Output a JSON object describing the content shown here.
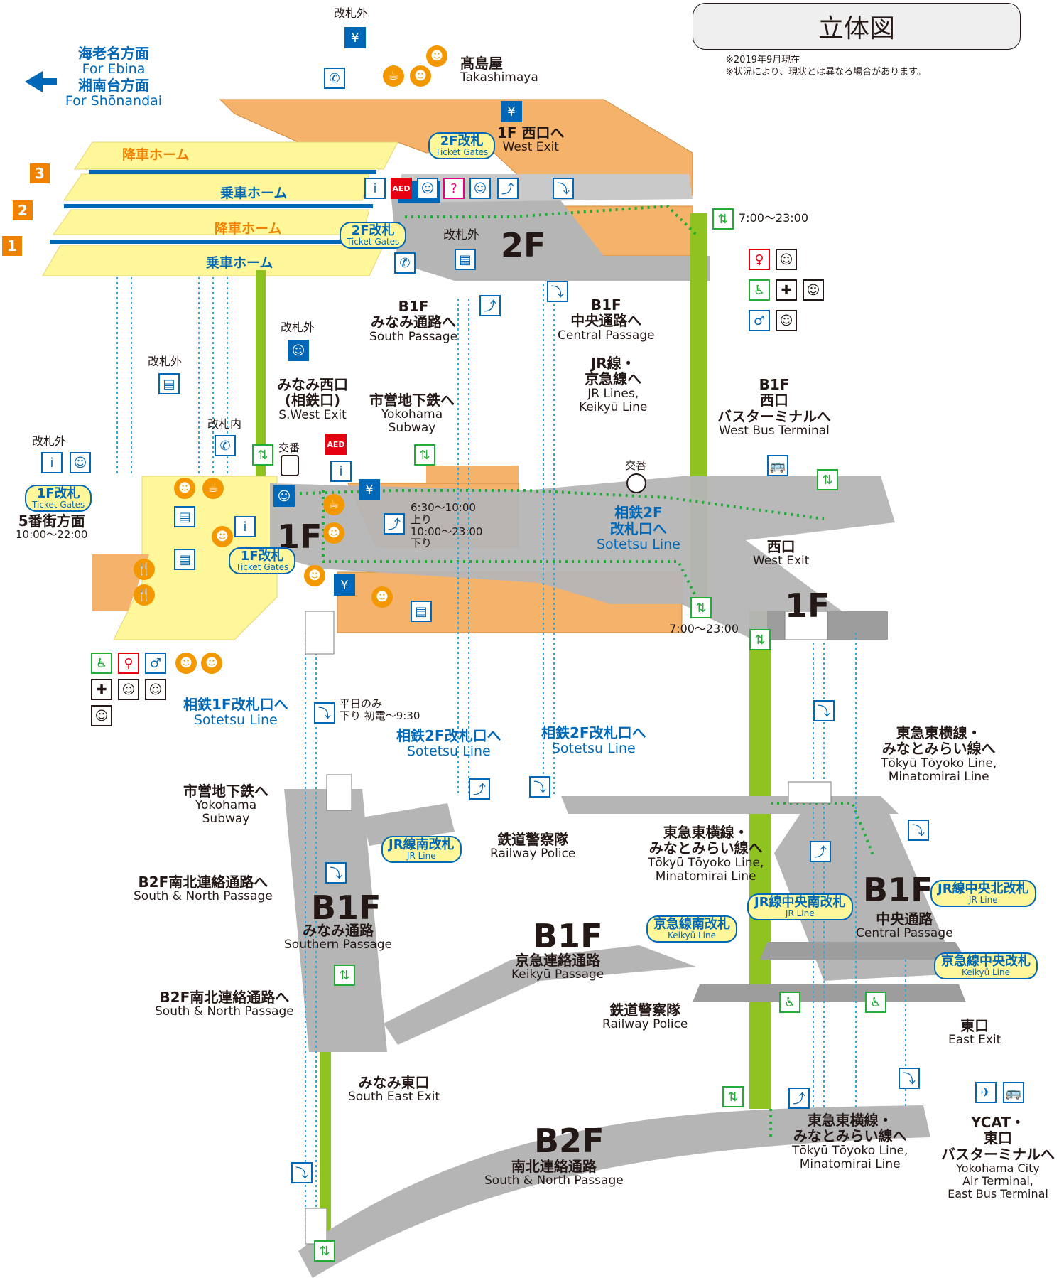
{
  "title": "立体図",
  "notes": [
    "※2019年9月現在",
    "※状況により、現状とは異なる場合があります。"
  ],
  "direction": {
    "l1": "海老名方面",
    "l2": "For Ebina",
    "l3": "湘南台方面",
    "l4": "For Shōnandai"
  },
  "tracks": [
    "3",
    "2",
    "1"
  ],
  "platforms": {
    "kousha": "降車ホーム",
    "jousha": "乗車ホーム"
  },
  "floors": {
    "f2": "2F",
    "f1": "1F",
    "f1e": "1F",
    "b1s": "B1F",
    "b1k": "B1F",
    "b1c": "B1F",
    "b2": "B2F"
  },
  "gates": {
    "g2a": {
      "jp": "2F改札",
      "en": "Ticket Gates"
    },
    "g2b": {
      "jp": "2F改札",
      "en": "Ticket Gates"
    },
    "g1a": {
      "jp": "1F改札",
      "en": "Ticket Gates"
    },
    "g1b": {
      "jp": "1F改札",
      "en": "Ticket Gates"
    },
    "jrs": {
      "jp": "JR線南改札",
      "en": "JR Line"
    },
    "jrcn": {
      "jp": "JR線中央北改札",
      "en": "JR Line"
    },
    "jrcs": {
      "jp": "JR線中央南改札",
      "en": "JR Line"
    },
    "kqs": {
      "jp": "京急線南改札",
      "en": "Keikyū Line"
    },
    "kqc": {
      "jp": "京急線中央改札",
      "en": "Keikyū Line"
    }
  },
  "labels": {
    "takashimaya": {
      "jp": "髙島屋",
      "en": "Takashimaya"
    },
    "west_exit_2f": {
      "jp": "1F 西口へ",
      "en": "West Exit"
    },
    "kaisatsugai_top": "改札外",
    "kaisatsugai_2f": "改札外",
    "kaisatsugai_mw": "改札外",
    "kaisatsugai_left": "改札外",
    "kaisatsugai_l2": "改札外",
    "kaisatsunai": "改札内",
    "hours_2f": "7:00～23:00",
    "hours_1f": "7:00～23:00",
    "south_passage": {
      "a": "B1F",
      "b": "みなみ通路へ",
      "c": "South Passage"
    },
    "central_passage": {
      "a": "B1F",
      "b": "中央通路へ",
      "c": "Central Passage"
    },
    "jr_keikyu": {
      "a": "JR線・",
      "b": "京急線へ",
      "c": "JR Lines,",
      "d": "Keikyū Line"
    },
    "b1_west_bus": {
      "a": "B1F",
      "b": "西口",
      "c": "バスターミナルへ",
      "d": "West Bus Terminal"
    },
    "mw_exit": {
      "a": "みなみ西口",
      "b": "(相鉄口)",
      "c": "S.West Exit"
    },
    "koban1": "交番",
    "koban2": "交番",
    "subway1": {
      "a": "市営地下鉄へ",
      "b": "Yokohama",
      "c": "Subway"
    },
    "esc_times": {
      "a": "6:30～10:00",
      "b": "上り",
      "c": "10:00～23:00",
      "d": "下り"
    },
    "sotetsu2f_a": {
      "a": "相鉄2F",
      "b": "改札口へ",
      "c": "Sotetsu Line"
    },
    "west_exit_1f": {
      "jp": "西口",
      "en": "West Exit"
    },
    "gobangai": {
      "a": "5番街方面",
      "b": "10:00～22:00"
    },
    "sotetsu1f": {
      "a": "相鉄1F改札口へ",
      "b": "Sotetsu Line"
    },
    "weekday": {
      "a": "平日のみ",
      "b": "下り 初電～9:30"
    },
    "sotetsu2f_b": {
      "a": "相鉄2F改札口へ",
      "b": "Sotetsu Line"
    },
    "sotetsu2f_c": {
      "a": "相鉄2F改札口へ",
      "b": "Sotetsu Line"
    },
    "tokyu1": {
      "a": "東急東横線・",
      "b": "みなとみらい線へ",
      "c": "Tōkyū Tōyoko Line,",
      "d": "Minatomirai Line"
    },
    "subway2": {
      "a": "市営地下鉄へ",
      "b": "Yokohama",
      "c": "Subway"
    },
    "police1": {
      "a": "鉄道警察隊",
      "b": "Railway Police"
    },
    "tokyu2": {
      "a": "東急東横線・",
      "b": "みなとみらい線へ",
      "c": "Tōkyū Tōyoko Line,",
      "d": "Minatomirai Line"
    },
    "b2_ns1": {
      "a": "B2F南北連絡通路へ",
      "b": "South & North Passage"
    },
    "southern": {
      "a": "みなみ通路",
      "b": "Southern Passage"
    },
    "central": {
      "a": "中央通路",
      "b": "Central Passage"
    },
    "keikyu_passage": {
      "a": "京急連絡通路",
      "b": "Keikyū Passage"
    },
    "b2_ns2": {
      "a": "B2F南北連絡通路へ",
      "b": "South & North Passage"
    },
    "police2": {
      "a": "鉄道警察隊",
      "b": "Railway Police"
    },
    "east_exit": {
      "a": "東口",
      "b": "East Exit"
    },
    "se_exit": {
      "a": "みなみ東口",
      "b": "South East Exit"
    },
    "b2_ns": {
      "a": "南北連絡通路",
      "b": "South & North Passage"
    },
    "tokyu3": {
      "a": "東急東横線・",
      "b": "みなとみらい線へ",
      "c": "Tōkyū Tōyoko Line,",
      "d": "Minatomirai Line"
    },
    "ycat": {
      "a": "YCAT・",
      "b": "東口",
      "c": "バスターミナルへ",
      "d": "Yokohama City",
      "e": "Air Terminal,",
      "f": "East Bus Terminal"
    }
  },
  "colors": {
    "platform": "#fff799",
    "shop": "#f5b26b",
    "floor": "#b5b5b6",
    "elevator": "#8fc31f",
    "blue": "#0068b7",
    "orange": "#ef8200",
    "route": "#22ac38"
  },
  "icons": {
    "aed": "AED"
  }
}
